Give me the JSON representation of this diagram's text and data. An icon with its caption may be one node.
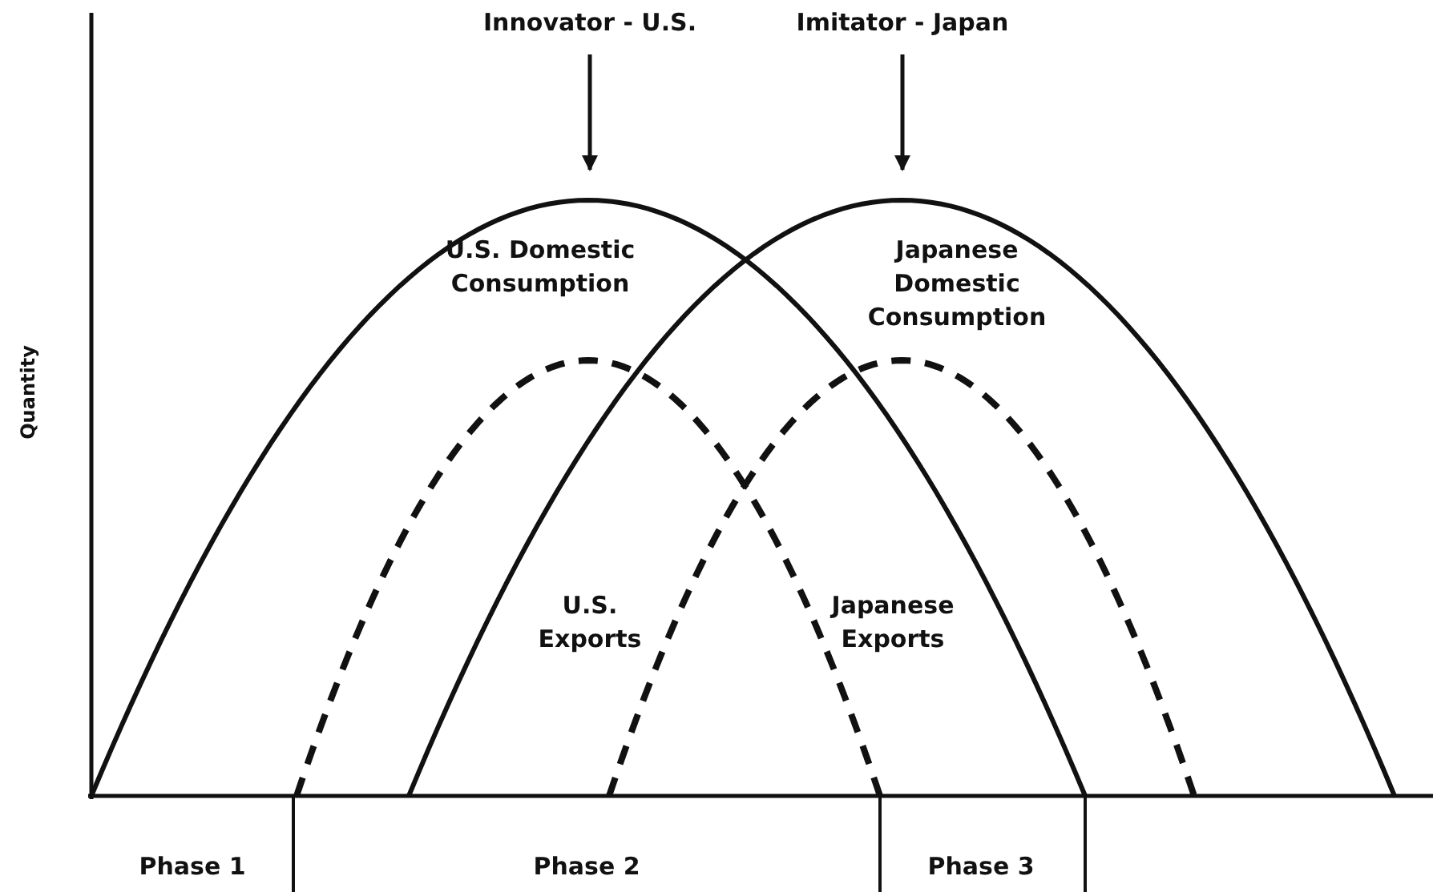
{
  "diagram": {
    "nodes": [
      {
        "text": [
          "Innovator - U.S."
        ]
      },
      {
        "text": [
          "Imitator - Japan"
        ]
      }
    ],
    "edges": [
      {
        "from": 0,
        "to": null,
        "arrow": "to"
      },
      {
        "from": 1,
        "to": null,
        "arrow": "to"
      }
    ],
    "labels": [
      "U.S. Domestic Consumption",
      "Japanese Domestic Consumption",
      "Quantity",
      "U.S. Exports",
      "Japanese Exports",
      "Phase 1",
      "Phase 2",
      "Phase 3"
    ]
  }
}
